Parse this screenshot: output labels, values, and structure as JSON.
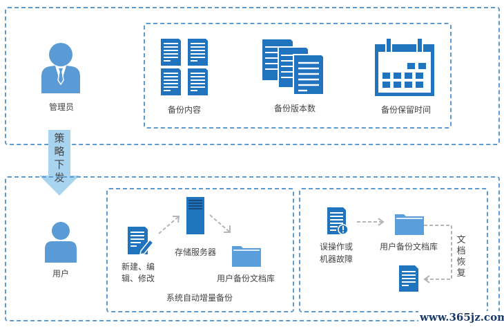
{
  "colors": {
    "primary": "#1f74bd",
    "light_blue": "#5b9bd5",
    "folder": "#5a9fdc",
    "arrow_fill": "#a8d4f0",
    "dash_border": "#5b9bd1",
    "gray_arrow": "#b5b5b5",
    "text": "#444444"
  },
  "top_panel": {
    "admin": {
      "label": "管理员",
      "icon": "admin-person-icon"
    },
    "settings": [
      {
        "label": "备份内容",
        "icon": "documents-grid-icon"
      },
      {
        "label": "备份版本数",
        "icon": "stacked-documents-icon"
      },
      {
        "label": "备份保留时间",
        "icon": "calendar-icon"
      }
    ]
  },
  "policy_arrow": {
    "label": "策略下发",
    "chars": [
      "策",
      "略",
      "下",
      "发"
    ]
  },
  "bottom_panel": {
    "user": {
      "label": "用户",
      "icon": "user-person-icon"
    },
    "auto_backup": {
      "title": "系统自动增量备份",
      "edit": {
        "line1": "新建、编",
        "line2": "辑、修改",
        "icon": "edit-document-icon"
      },
      "server": {
        "label": "存储服务器",
        "icon": "server-icon"
      },
      "library": {
        "label": "用户备份文档库",
        "icon": "folder-icon"
      }
    },
    "recovery": {
      "error": {
        "line1": "误操作或",
        "line2": "机器故障",
        "icon": "warning-document-icon"
      },
      "library": {
        "label": "用户备份文档库",
        "icon": "folder-icon"
      },
      "restore": {
        "label": "文档恢复",
        "chars": [
          "文",
          "档",
          "恢",
          "复"
        ]
      },
      "restored_doc": {
        "icon": "document-icon"
      }
    }
  },
  "watermark": "www.365jz.com"
}
